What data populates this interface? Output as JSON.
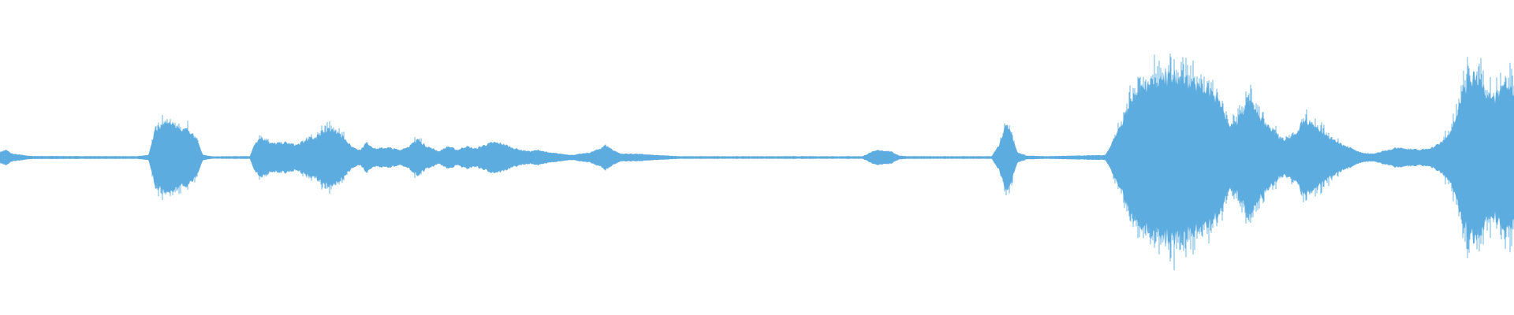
{
  "waveform": {
    "color": "#5dacdf",
    "background": "#ffffff",
    "envelope": [
      [
        0.0,
        0.045
      ],
      [
        0.004,
        0.06
      ],
      [
        0.008,
        0.03
      ],
      [
        0.02,
        0.012
      ],
      [
        0.09,
        0.01
      ],
      [
        0.098,
        0.02
      ],
      [
        0.102,
        0.2
      ],
      [
        0.108,
        0.28
      ],
      [
        0.116,
        0.25
      ],
      [
        0.124,
        0.22
      ],
      [
        0.13,
        0.15
      ],
      [
        0.134,
        0.02
      ],
      [
        0.14,
        0.01
      ],
      [
        0.165,
        0.01
      ],
      [
        0.168,
        0.1
      ],
      [
        0.172,
        0.15
      ],
      [
        0.18,
        0.11
      ],
      [
        0.188,
        0.12
      ],
      [
        0.196,
        0.1
      ],
      [
        0.204,
        0.15
      ],
      [
        0.21,
        0.17
      ],
      [
        0.216,
        0.23
      ],
      [
        0.22,
        0.22
      ],
      [
        0.226,
        0.17
      ],
      [
        0.232,
        0.09
      ],
      [
        0.238,
        0.06
      ],
      [
        0.242,
        0.12
      ],
      [
        0.248,
        0.07
      ],
      [
        0.256,
        0.08
      ],
      [
        0.264,
        0.06
      ],
      [
        0.27,
        0.09
      ],
      [
        0.276,
        0.14
      ],
      [
        0.282,
        0.09
      ],
      [
        0.29,
        0.05
      ],
      [
        0.296,
        0.09
      ],
      [
        0.302,
        0.06
      ],
      [
        0.308,
        0.09
      ],
      [
        0.314,
        0.07
      ],
      [
        0.32,
        0.1
      ],
      [
        0.326,
        0.12
      ],
      [
        0.332,
        0.11
      ],
      [
        0.338,
        0.08
      ],
      [
        0.344,
        0.06
      ],
      [
        0.35,
        0.05
      ],
      [
        0.356,
        0.06
      ],
      [
        0.362,
        0.04
      ],
      [
        0.37,
        0.03
      ],
      [
        0.378,
        0.02
      ],
      [
        0.384,
        0.03
      ],
      [
        0.39,
        0.04
      ],
      [
        0.396,
        0.07
      ],
      [
        0.4,
        0.1
      ],
      [
        0.405,
        0.06
      ],
      [
        0.41,
        0.03
      ],
      [
        0.42,
        0.03
      ],
      [
        0.432,
        0.02
      ],
      [
        0.45,
        0.01
      ],
      [
        0.57,
        0.01
      ],
      [
        0.574,
        0.035
      ],
      [
        0.58,
        0.06
      ],
      [
        0.588,
        0.05
      ],
      [
        0.594,
        0.015
      ],
      [
        0.6,
        0.01
      ],
      [
        0.655,
        0.01
      ],
      [
        0.66,
        0.1
      ],
      [
        0.664,
        0.26
      ],
      [
        0.668,
        0.2
      ],
      [
        0.672,
        0.04
      ],
      [
        0.678,
        0.015
      ],
      [
        0.69,
        0.01
      ],
      [
        0.73,
        0.02
      ],
      [
        0.733,
        0.08
      ],
      [
        0.737,
        0.18
      ],
      [
        0.742,
        0.3
      ],
      [
        0.748,
        0.48
      ],
      [
        0.756,
        0.56
      ],
      [
        0.766,
        0.62
      ],
      [
        0.775,
        0.65
      ],
      [
        0.784,
        0.62
      ],
      [
        0.792,
        0.58
      ],
      [
        0.8,
        0.52
      ],
      [
        0.806,
        0.42
      ],
      [
        0.812,
        0.25
      ],
      [
        0.816,
        0.26
      ],
      [
        0.82,
        0.36
      ],
      [
        0.826,
        0.46
      ],
      [
        0.832,
        0.34
      ],
      [
        0.838,
        0.25
      ],
      [
        0.844,
        0.17
      ],
      [
        0.85,
        0.14
      ],
      [
        0.856,
        0.2
      ],
      [
        0.862,
        0.3
      ],
      [
        0.868,
        0.26
      ],
      [
        0.874,
        0.2
      ],
      [
        0.882,
        0.13
      ],
      [
        0.89,
        0.09
      ],
      [
        0.898,
        0.04
      ],
      [
        0.906,
        0.03
      ],
      [
        0.914,
        0.05
      ],
      [
        0.922,
        0.08
      ],
      [
        0.93,
        0.07
      ],
      [
        0.938,
        0.06
      ],
      [
        0.946,
        0.08
      ],
      [
        0.952,
        0.12
      ],
      [
        0.958,
        0.2
      ],
      [
        0.962,
        0.35
      ],
      [
        0.966,
        0.5
      ],
      [
        0.97,
        0.62
      ],
      [
        0.974,
        0.65
      ],
      [
        0.978,
        0.6
      ],
      [
        0.982,
        0.52
      ],
      [
        0.986,
        0.45
      ],
      [
        0.99,
        0.5
      ],
      [
        0.994,
        0.6
      ],
      [
        0.998,
        0.55
      ],
      [
        1.0,
        0.5
      ]
    ]
  }
}
